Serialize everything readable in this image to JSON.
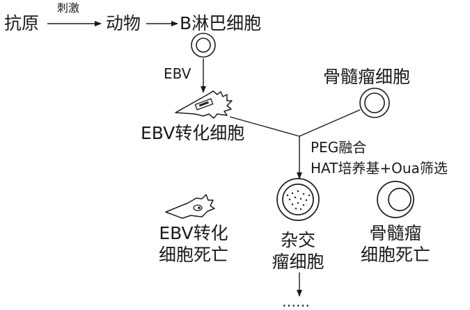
{
  "labels": {
    "antigen": "抗原",
    "stimulate": "刺激",
    "animal": "动物",
    "b_cell": "B淋巴细胞",
    "ebv": "EBV",
    "myeloma_cell": "骨髓瘤细胞",
    "ebv_transformed_cell": "EBV转化细胞",
    "peg_fusion": "PEG融合",
    "hat_selection": "HAT培养基+Oua筛选",
    "ebv_dead_line1": "EBV转化",
    "ebv_dead_line2": "细胞死亡",
    "hybrid_line1": "杂交",
    "hybrid_line2": "瘤细胞",
    "myeloma_dead_line1": "骨髓瘤",
    "myeloma_dead_line2": "细胞死亡",
    "continuation": "……"
  },
  "colors": {
    "ink": "#1a1a1a",
    "background": "#ffffff"
  },
  "icons": {
    "b_cell": "concentric-circle-cell-icon",
    "ebv_cell": "spiky-transformed-cell-icon",
    "myeloma": "concentric-circle-cell-icon",
    "hybridoma": "dotted-nucleus-cell-icon",
    "ebv_dead": "shriveled-cell-icon",
    "myeloma_dead": "eccentric-circle-cell-icon"
  }
}
